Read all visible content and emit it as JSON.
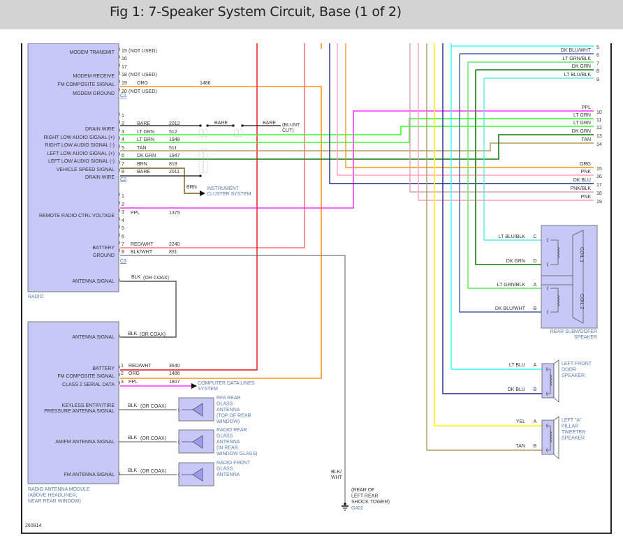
{
  "header": {
    "title": "Fig 1: 7-Speaker System Circuit, Base (1 of 2)"
  },
  "diagram_id": "260914",
  "colors": {
    "module_fill": "#c8c8f8",
    "module_stroke": "#777777",
    "label_blue": "#5a7ab8",
    "wire": {
      "ORG": "#f7931e",
      "LT GRN": "#33ff33",
      "TAN": "#b59a62",
      "DK GRN": "#2e8b2e",
      "BRN": "#7a5a10",
      "BARE": "#111111",
      "PPL": "#ff33ff",
      "RED/WHT": "#ff7777",
      "RED": "#ee1111",
      "BLK/WHT": "#777777",
      "BLK": "#555555",
      "PNK": "#ffa0b8",
      "PNK/BLK": "#e0a0b0",
      "DK BLU": "#1a2a8a",
      "DK BLU/WHT": "#4a5ea0",
      "LT BLU": "#33ffff",
      "LT BLU/BLK": "#55eeee",
      "LT GRN/BLK": "#55ee55",
      "YEL": "#ffff00"
    }
  },
  "radio": {
    "label": "RADIO",
    "c1": {
      "connector": "C1",
      "pins": [
        {
          "pin": "15",
          "signal": "MODEM TRANSMIT",
          "note": "(NOT USED)"
        },
        {
          "pin": "16",
          "signal": ""
        },
        {
          "pin": "17",
          "signal": ""
        },
        {
          "pin": "18",
          "signal": "MODEM RECEIVE",
          "note": "(NOT USED)"
        },
        {
          "pin": "19",
          "signal": "FM COMPOSITE SIGNAL",
          "color": "ORG",
          "circuit": "1486"
        },
        {
          "pin": "20",
          "signal": "MODEM GROUND",
          "note": "(NOT USED)"
        }
      ]
    },
    "c2": {
      "connector": "C2",
      "pins": [
        {
          "pin": "1",
          "signal": ""
        },
        {
          "pin": "2",
          "signal": "DRAIN WIRE",
          "color": "BARE",
          "circuit": "2012"
        },
        {
          "pin": "3",
          "signal": "RIGHT LOW AUDIO SIGNAL (+)",
          "color": "LT GRN",
          "circuit": "512"
        },
        {
          "pin": "4",
          "signal": "RIGHT LOW AUDIO SIGNAL (-)",
          "color": "LT GRN",
          "circuit": "1948"
        },
        {
          "pin": "5",
          "signal": "LEFT LOW AUDIO SIGNAL (+)",
          "color": "TAN",
          "circuit": "511"
        },
        {
          "pin": "6",
          "signal": "LEFT LOW AUDIO SIGNAL (-)",
          "color": "DK GRN",
          "circuit": "1947"
        },
        {
          "pin": "7",
          "signal": "VEHICLE SPEED SIGNAL",
          "color": "BRN",
          "circuit": "818"
        },
        {
          "pin": "8",
          "signal": "DRAIN WIRE",
          "color": "BARE",
          "circuit": "2011"
        }
      ],
      "bare_labels": [
        "BARE",
        "BARE"
      ],
      "blunt_cut": "(BLUNT CUT)",
      "brn_label": "BRN",
      "instrument_cluster": "INSTRUMENT CLUSTER SYSTEM"
    },
    "c3": {
      "connector": "C3",
      "pins": [
        {
          "pin": "1",
          "signal": ""
        },
        {
          "pin": "2",
          "signal": "REMOTE RADIO CTRL VOLTAGE",
          "color": "PPL",
          "circuit": "1375"
        },
        {
          "pin": "3",
          "signal": ""
        },
        {
          "pin": "4",
          "signal": ""
        },
        {
          "pin": "5",
          "signal": ""
        },
        {
          "pin": "6",
          "signal": ""
        },
        {
          "pin": "7",
          "signal": "BATTERY",
          "color": "RED/WHT",
          "circuit": "2240"
        },
        {
          "pin": "8",
          "signal": "GROUND",
          "color": "BLK/WHT",
          "circuit": "851"
        }
      ]
    },
    "antenna": {
      "signal": "ANTENNA SIGNAL",
      "wire": "BLK",
      "note": "(OR COAX)"
    }
  },
  "antenna_module": {
    "label_lines": [
      "RADIO ANTENNA MODULE",
      "(ABOVE HEADLINER,",
      "NEAR REAR WINDOW)"
    ],
    "antenna_in": {
      "signal": "ANTENNA SIGNAL",
      "wire": "BLK",
      "note": "(OR COAX)"
    },
    "pins": [
      {
        "pin": "1",
        "signal": "BATTERY",
        "color": "RED/WHT",
        "circuit": "3640"
      },
      {
        "pin": "2",
        "signal": "FM COMPOSITE SIGNAL",
        "color": "ORG",
        "circuit": "1486"
      },
      {
        "pin": "3",
        "signal": "CLASS 2 SERIAL DATA",
        "color": "PPL",
        "circuit": "1807"
      }
    ],
    "computer_data": "COMPUTER DATA LINES SYSTEM",
    "antennas": [
      {
        "signal_lines": [
          "KEYLESS ENTRY/TIRE",
          "PRESSURE ANTENNA SIGNAL"
        ],
        "wire": "BLK",
        "note": "(OR COAX)",
        "name_lines": [
          "RFA REAR",
          "GLASS",
          "ANTENNA",
          "(TOP OF REAR",
          "WINDOW)"
        ]
      },
      {
        "signal_lines": [
          "AM/FM ANTENNA SIGNAL"
        ],
        "wire": "BLK",
        "note": "(OR COAX)",
        "name_lines": [
          "RADIO REAR",
          "GLASS",
          "ANTENNA",
          "(IN REAR",
          "WINDOW GLASS)"
        ]
      },
      {
        "signal_lines": [
          "FM ANTENNA SIGNAL"
        ],
        "wire": "BLK",
        "note": "(OR COAX)",
        "name_lines": [
          "RADIO FRONT",
          "GLASS",
          "ANTENNA"
        ]
      }
    ]
  },
  "ground": {
    "wire_lines": [
      "BLK/",
      "WHT"
    ],
    "location_lines": [
      "(REAR OF",
      "LEFT REAR",
      "SHOCK TOWER)"
    ],
    "id": "G402"
  },
  "right_connector": {
    "pins": [
      {
        "pin": "5",
        "color": "LT BLU",
        "label": ""
      },
      {
        "pin": "6",
        "color": "DK BLU/WHT",
        "label": "DK BLU/WHT"
      },
      {
        "pin": "7",
        "color": "LT GRN/BLK",
        "label": "LT GRN/BLK"
      },
      {
        "pin": "8",
        "color": "DK GRN",
        "label": "DK GRN"
      },
      {
        "pin": "9",
        "color": "LT BLU/BLK",
        "label": "LT BLU/BLK"
      },
      {
        "pin": "10",
        "color": "PPL",
        "label": "PPL"
      },
      {
        "pin": "11",
        "color": "LT GRN",
        "label": "LT GRN"
      },
      {
        "pin": "12",
        "color": "LT GRN",
        "label": "LT GRN"
      },
      {
        "pin": "13",
        "color": "DK GRN",
        "label": "DK GRN"
      },
      {
        "pin": "14",
        "color": "TAN",
        "label": "TAN"
      },
      {
        "pin": "15",
        "color": "ORG",
        "label": "ORG"
      },
      {
        "pin": "16",
        "color": "PNK",
        "label": "PNK"
      },
      {
        "pin": "17",
        "color": "DK BLU",
        "label": "DK BLU"
      },
      {
        "pin": "18",
        "color": "PNK/BLK",
        "label": "PNK/BLK"
      },
      {
        "pin": "19",
        "color": "PNK",
        "label": "PNK"
      }
    ]
  },
  "subwoofer": {
    "label_lines": [
      "REAR SUBWOOFER",
      "SPEAKER"
    ],
    "coil1": "COIL 1",
    "coil2": "COIL 2",
    "terminals": [
      {
        "wire": "LT BLU/BLK",
        "pin": "C"
      },
      {
        "wire": "DK GRN",
        "pin": "D"
      },
      {
        "wire": "LT GRN/BLK",
        "pin": "A"
      },
      {
        "wire": "DK BLU/WHT",
        "pin": "B"
      }
    ]
  },
  "left_front_door": {
    "label_lines": [
      "LEFT FRONT",
      "DOOR",
      "SPEAKER"
    ],
    "terminals": [
      {
        "wire": "LT BLU",
        "pin": "A"
      },
      {
        "wire": "DK BLU",
        "pin": "B"
      }
    ]
  },
  "left_a_pillar": {
    "label_lines": [
      "LEFT \"A\"",
      "PILLAR",
      "TWEETER",
      "SPEAKER"
    ],
    "terminals": [
      {
        "wire": "YEL",
        "pin": "A"
      },
      {
        "wire": "TAN",
        "pin": "B"
      }
    ]
  }
}
